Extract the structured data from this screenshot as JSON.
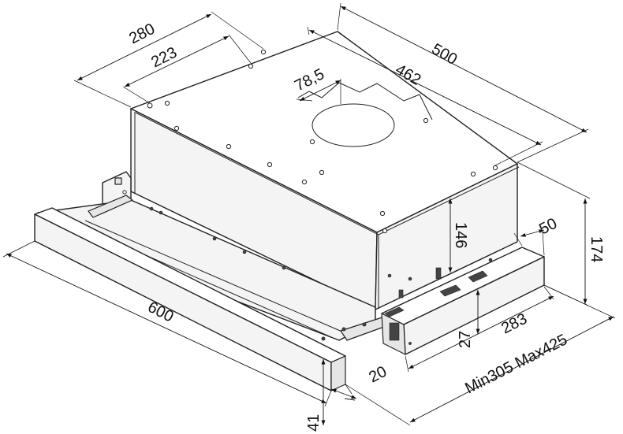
{
  "dimensions": {
    "depth_280": "280",
    "depth_223": "223",
    "width_500": "500",
    "width_462": "462",
    "duct_78_5": "78,5",
    "height_146": "146",
    "height_174": "174",
    "front_50": "50",
    "front_283": "283",
    "front_27": "27",
    "trim_20": "20",
    "trim_41": "41",
    "panel_600": "600",
    "extension_range": "Min305 Max425"
  }
}
